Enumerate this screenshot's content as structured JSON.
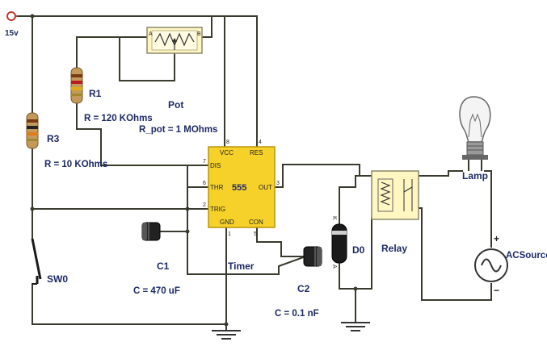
{
  "supply": {
    "label": "15v"
  },
  "r1": {
    "name": "R1",
    "value": "R = 120 KOhms"
  },
  "r3": {
    "name": "R3",
    "value": "R = 10 KOhms"
  },
  "pot": {
    "name": "Pot",
    "value": "R_pot = 1 MOhms",
    "end_a": "A",
    "end_b": "B"
  },
  "timer": {
    "name": "Timer",
    "chip": "555",
    "pins": {
      "vcc": "VCC",
      "res": "RES",
      "dis": "DIS",
      "thr": "THR",
      "out": "OUT",
      "trig": "TRIG",
      "gnd": "GND",
      "con": "CON"
    },
    "pin_numbers": {
      "vcc": "8",
      "res": "4",
      "dis": "7",
      "thr": "6",
      "out": "3",
      "trig": "2",
      "gnd": "1",
      "con": "5"
    }
  },
  "c1": {
    "name": "C1",
    "value": "C = 470 uF"
  },
  "c2": {
    "name": "C2",
    "value": "C = 0.1 nF"
  },
  "d0": {
    "name": "D0",
    "k": "K",
    "a": "A"
  },
  "relay": {
    "name": "Relay"
  },
  "lamp": {
    "name": "Lamp"
  },
  "ac": {
    "name": "ACSource",
    "plus": "+",
    "minus": "−"
  },
  "sw0": {
    "name": "SW0"
  }
}
